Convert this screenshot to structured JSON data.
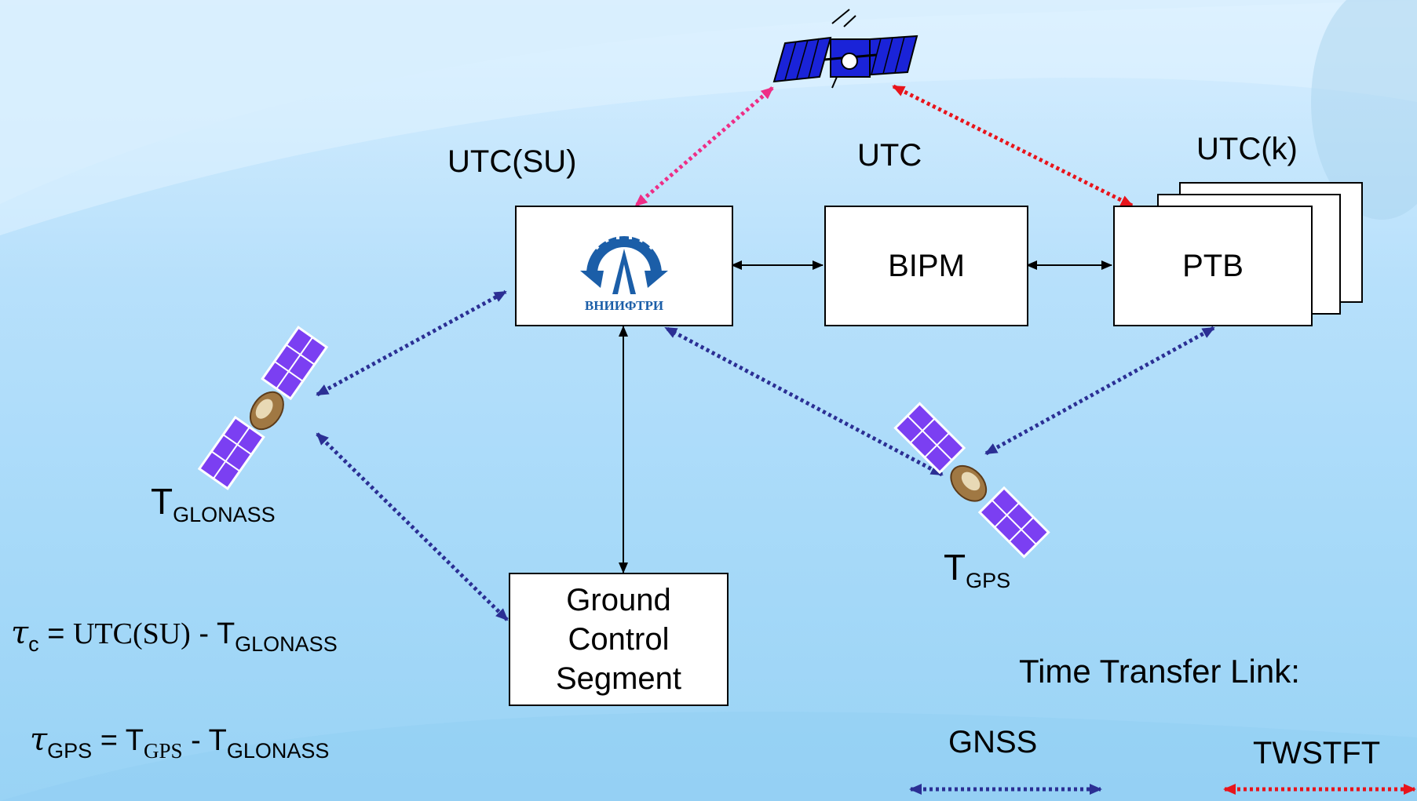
{
  "nodes": {
    "utc_su_label": "UTC(SU)",
    "utc_label": "UTC",
    "utck_label": "UTC(k)",
    "bipm": "BIPM",
    "ptb": "PTB",
    "vniiftri_logo_text": "ВНИИФТРИ",
    "ground_control": [
      "Ground",
      "Control",
      "Segment"
    ]
  },
  "satellites": {
    "glonass_label": "T",
    "glonass_sub": "GLONASS",
    "gps_label": "T",
    "gps_sub": "GPS"
  },
  "formulas": {
    "tau_c": {
      "symbol": "τ",
      "sub": "c",
      "eq": " = ",
      "term1": "UTC(SU)",
      "minus": " - ",
      "term2": "T",
      "term2_sub": "GLONASS"
    },
    "tau_gps": {
      "symbol": "τ",
      "sub": "GPS",
      "eq": " = ",
      "term1": "T",
      "term1_sub": "GPS",
      "minus": " - ",
      "term2": "T",
      "term2_sub": "GLONASS"
    }
  },
  "legend": {
    "title": "Time Transfer Link:",
    "gnss": "GNSS",
    "twstft": "TWSTFT"
  },
  "colors": {
    "gnss_link": "#2b2f94",
    "twstft_link": "#e8141b",
    "utcsu_twstft_link": "#ee2e86",
    "solid_link": "#000000",
    "panel_blue": "#1a23d8",
    "gps_panel": "#6a3cf0"
  }
}
